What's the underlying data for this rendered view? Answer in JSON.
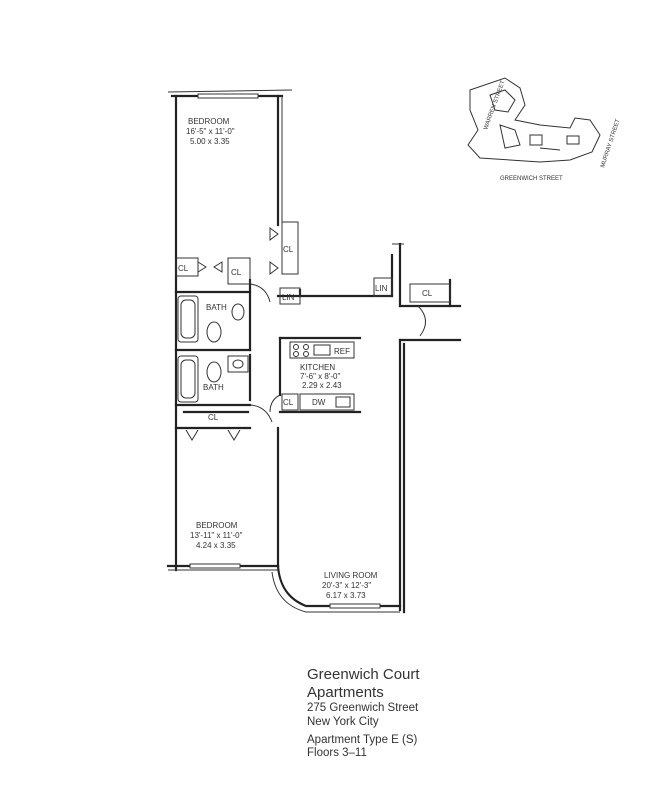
{
  "rooms": {
    "bedroom1": {
      "name": "BEDROOM",
      "dim_imperial": "16'-5\" x 11'-0\"",
      "dim_metric": "5.00 x 3.35"
    },
    "bedroom2": {
      "name": "BEDROOM",
      "dim_imperial": "13'-11\" x 11'-0\"",
      "dim_metric": "4.24 x 3.35"
    },
    "kitchen": {
      "name": "KITCHEN",
      "dim_imperial": "7'-6\" x 8'-0\"",
      "dim_metric": "2.29 x 2.43"
    },
    "living": {
      "name": "LIVING ROOM",
      "dim_imperial": "20'-3\" x 12'-3\"",
      "dim_metric": "6.17 x 3.73"
    },
    "bath1": {
      "name": "BATH"
    },
    "bath2": {
      "name": "BATH"
    }
  },
  "labels": {
    "closet": "CL",
    "linen": "LIN",
    "refrigerator": "REF",
    "dishwasher": "DW"
  },
  "key_plan": {
    "street_west": "WARREN STREET",
    "street_east": "MURRAY STREET",
    "street_south": "GREENWICH STREET"
  },
  "caption": {
    "title1": "Greenwich Court",
    "title2": "Apartments",
    "address": "275 Greenwich Street",
    "city": "New York City",
    "type": "Apartment Type E (S)",
    "floors": "Floors 3–11"
  }
}
